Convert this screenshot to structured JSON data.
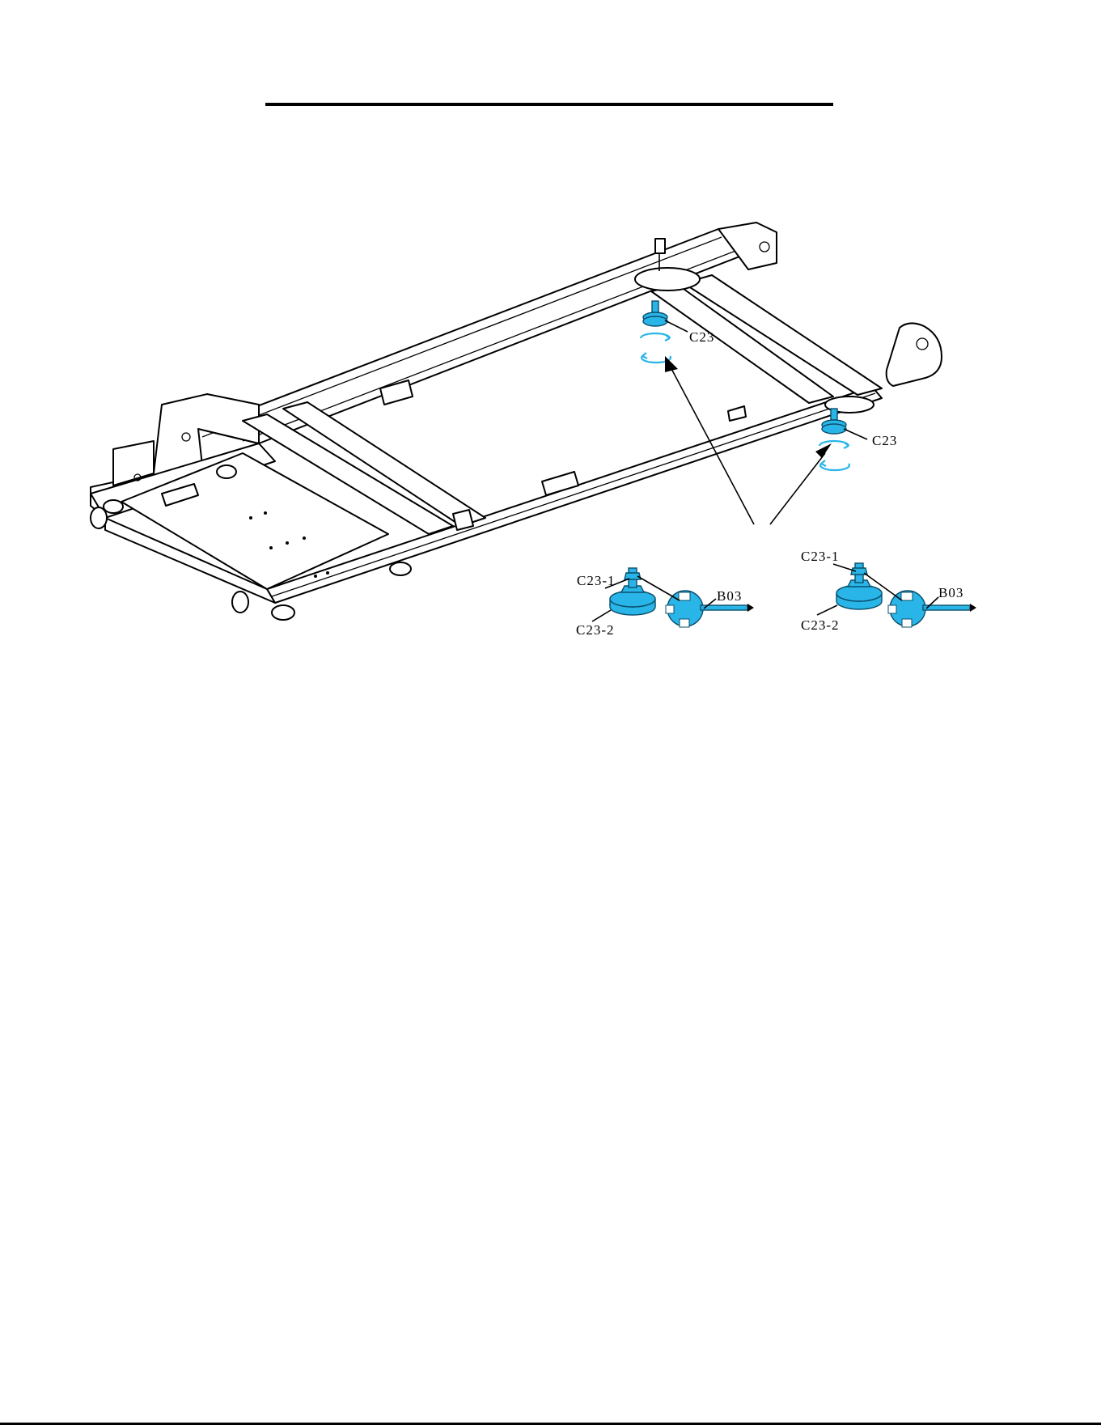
{
  "colors": {
    "part_highlight": "#29b5e8",
    "line": "#000000",
    "background": "#ffffff"
  },
  "labels": {
    "foot_left": "C23",
    "foot_right": "C23",
    "detail_left": {
      "bolt": "C23-1",
      "base": "C23-2",
      "wrench": "B03"
    },
    "detail_right": {
      "bolt": "C23-1",
      "base": "C23-2",
      "wrench": "B03"
    }
  }
}
